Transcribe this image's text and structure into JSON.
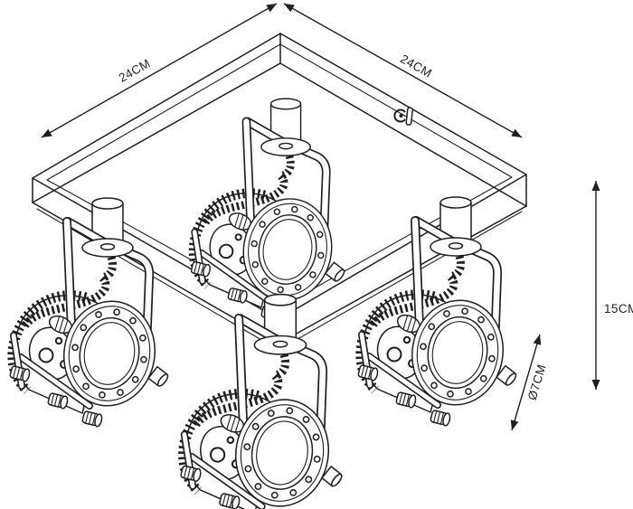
{
  "canvas": {
    "background": "#ffffff",
    "line_color": "#1f1f1f"
  },
  "dimension_labels": {
    "left_edge": "24CM",
    "right_edge": "24CM",
    "height": "15CM",
    "spot_diameter": "Ø7CM"
  },
  "icons": {
    "cable_connector": "cable-connector-glyph"
  }
}
